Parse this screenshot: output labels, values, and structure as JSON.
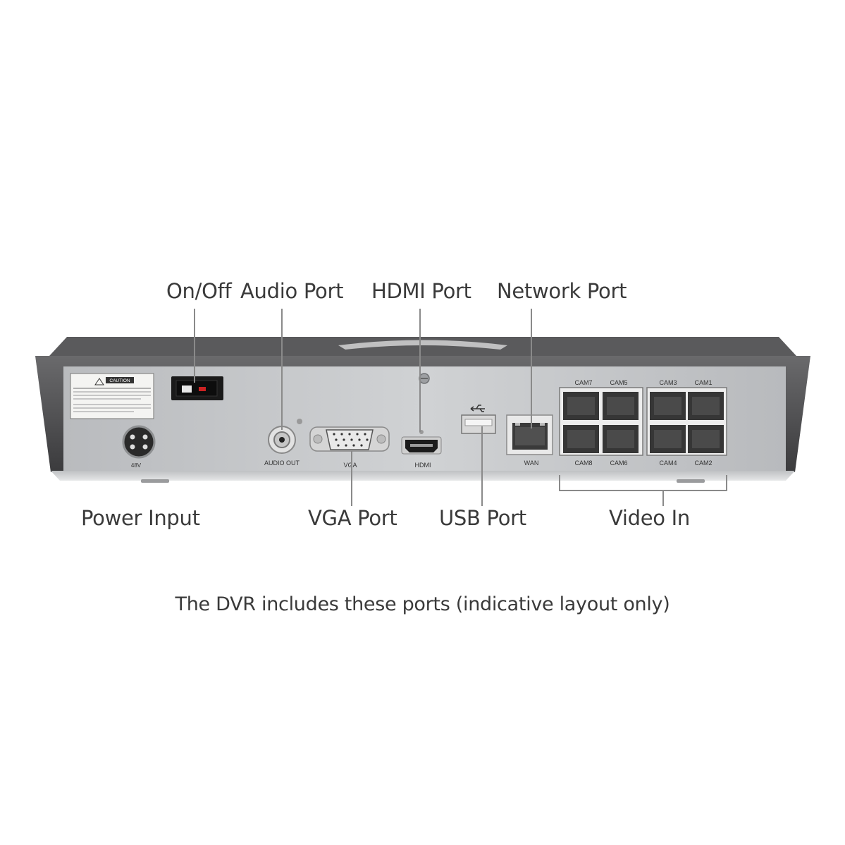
{
  "callouts": {
    "on_off": "On/Off",
    "audio_port": "Audio Port",
    "hdmi_port": "HDMI Port",
    "network_port": "Network Port",
    "power_input": "Power Input",
    "vga_port": "VGA Port",
    "usb_port": "USB Port",
    "video_in": "Video In"
  },
  "panel_labels": {
    "caution": "CAUTION",
    "audio_out": "AUDIO OUT",
    "vga": "VGA",
    "hdmi": "HDMI",
    "wan": "WAN",
    "voltage": "48V",
    "cam_top": [
      "CAM7",
      "CAM5",
      "CAM3",
      "CAM1"
    ],
    "cam_bottom": [
      "CAM8",
      "CAM6",
      "CAM4",
      "CAM2"
    ]
  },
  "caption": "The DVR includes these ports (indicative layout only)",
  "colors": {
    "background": "#ffffff",
    "casing": "#4a4a4c",
    "panel": "#c4c6c8",
    "leader_line": "#8a8a8a",
    "text": "#3a3a3a"
  }
}
